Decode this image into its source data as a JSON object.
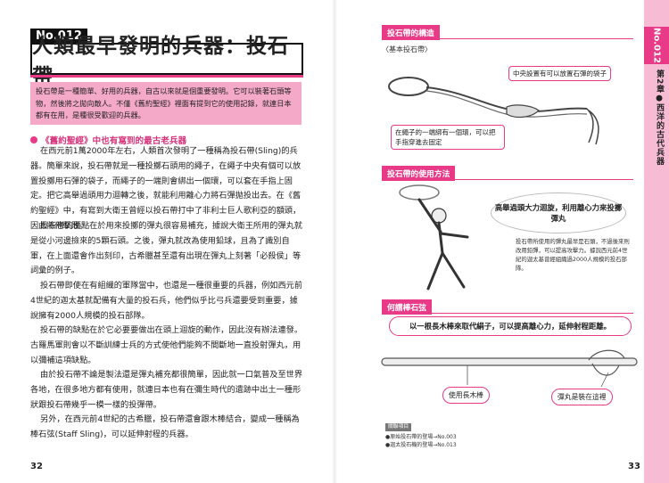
{
  "left": {
    "entry_no": "No.012",
    "title": "人類最早發明的兵器：投石帶",
    "summary": "投石帶是一種簡單、好用的兵器，自古以來就是個重要發明。它可以裝著石頭等物，然後將之拋向敵人。不僅《舊約聖經》裡面有提到它的使用記錄，就連日本都有在用，是種很受歡迎的兵器。",
    "section_heading": "《舊約聖經》中也有寫到的最古老兵器",
    "paragraphs": [
      "在西元前1萬2000年左右，人類首次發明了一種稱為投石帶(Sling)的兵器。簡單來說，投石帶就是一種投擲石頭用的繩子，在繩子中央有個可以放置投擲用石彈的袋子，而繩子的一端則會綁出一個環，可以套在手指上固定。把它高舉過頭用力迴轉之後，就能利用離心力將石彈拋投出去。在《舊約聖經》中，有寫到大衛王曾經以投石帶打中了非利士巨人歌利亞的額頭，因此將他擊敗。",
      "投石帶的優點在於用來投擲的彈丸很容易補充，據說大衛王所用的彈丸就是從小河邊撿來的5顆石頭。之後，彈丸就改為使用鉛球，且為了識別自軍，在上面還會作出刻印，古希臘甚至還有出現在彈丸上刻著「必殺侯」等詞彙的例子。",
      "投石帶即使在有組織的軍隊當中，也還是一種很重要的兵器，例如西元前4世紀的迦太基就配備有大量的投石兵，他們似乎比弓兵還要受到重要，據說擁有2000人規模的投石部隊。",
      "投石帶的缺點在於它必要要做出在頭上迴旋的動作，因此沒有辦法連發。古羅馬軍則會以不斷訓練士兵的方式使他們能夠不間斷地一直投射彈丸，用以彌補這項缺點。",
      "由於投石帶不論是製法還是彈丸補充都很簡單，因此就一口氣普及至世界各地，在很多地方都有使用，就連日本也有在彌生時代的遺跡中出土一種形狀跟投石帶幾乎一模一樣的投彈帶。",
      "另外，在西元前4世紀的古希臘，投石帶還會跟木棒結合，變成一種稱為棒石弦(Staff Sling)，可以延伸射程的兵器。"
    ],
    "page_number": "32"
  },
  "right": {
    "structure_caption": "投石帶的構造",
    "basic_sling_label": "〈基本投石帶〉",
    "pouch_callout": "中央設置有可以放置石彈的袋子",
    "loop_callout": "在繩子的一端綁有一個環，可以把手指穿進去固定",
    "usage_caption": "投石帶的使用方法",
    "usage_bubble": "高舉過頭大力迴旋，利用離心力來投擲彈丸",
    "usage_note": "投石帶所使用的彈丸最早是石頭，不過後來則改用鉛彈，可以提高攻擊力。據說西元前4世紀的迦太基曾經組織過2000人規模的投石部隊。",
    "staff_caption": "何謂棒石弦",
    "staff_box": "以一根長木棒來取代絹子，可以提高離心力，延伸射程距離。",
    "long_stick_label": "使用長木棒",
    "pellet_label": "彈丸是裝在這裡",
    "related_heading": "關聯項目",
    "related_items": [
      "●原始投石帶的登場→No.003",
      "●迦太投石機的登場→No.013"
    ],
    "page_number": "33",
    "side_no": "No.012",
    "side_chapter": "第2章●西洋的古代兵器"
  },
  "colors": {
    "accent": "#e83a86",
    "summary_bg": "#f5a9c8",
    "side_tab": "#f7bcd4"
  }
}
